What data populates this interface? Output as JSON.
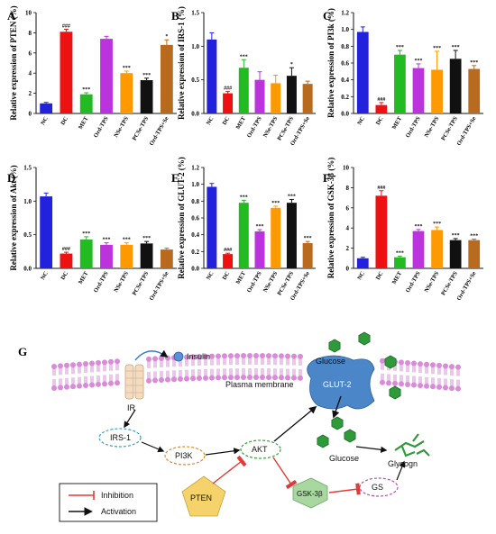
{
  "chart_data": [
    {
      "type": "bar",
      "panel": "A",
      "ylabel": "Relative expression of PTEN (%)",
      "ylim": [
        0,
        10
      ],
      "yticks": [
        0,
        2,
        4,
        6,
        8,
        10
      ],
      "categories": [
        "NC",
        "DC",
        "MET",
        "Ord-TPS",
        "NSe-TPS",
        "PCSe-TPS",
        "Ord-TPS+Se"
      ],
      "values": [
        1.0,
        8.1,
        1.9,
        7.4,
        4.0,
        3.3,
        6.8
      ],
      "errors": [
        0.1,
        0.25,
        0.15,
        0.25,
        0.2,
        0.2,
        0.5
      ],
      "significance": [
        "",
        "###",
        "***",
        "",
        "***",
        "***",
        "*"
      ]
    },
    {
      "type": "bar",
      "panel": "B",
      "ylabel": "Relative expression of IRS-1 (%)",
      "ylim": [
        0,
        1.5
      ],
      "yticks": [
        0.0,
        0.5,
        1.0,
        1.5
      ],
      "ytick_labels": [
        "0.0",
        "0.5",
        "1.0",
        "1.5"
      ],
      "categories": [
        "NC",
        "DC",
        "MET",
        "Ord-TPS",
        "NSe-TPS",
        "PCSe-TPS",
        "Ord-TPS+Se"
      ],
      "values": [
        1.1,
        0.3,
        0.68,
        0.5,
        0.45,
        0.56,
        0.44
      ],
      "errors": [
        0.1,
        0.03,
        0.12,
        0.12,
        0.12,
        0.12,
        0.04
      ],
      "significance": [
        "",
        "###",
        "***",
        "",
        "",
        "*",
        ""
      ]
    },
    {
      "type": "bar",
      "panel": "C",
      "ylabel": "Relative expression of PI3k (%)",
      "ylim": [
        0,
        1.2
      ],
      "yticks": [
        0.0,
        0.2,
        0.4,
        0.6,
        0.8,
        1.0,
        1.2
      ],
      "ytick_labels": [
        "0.0",
        "0.2",
        "0.4",
        "0.6",
        "0.8",
        "1.0",
        "1.2"
      ],
      "categories": [
        "NC",
        "DC",
        "MET",
        "Ord-TPS",
        "NSe-TPS",
        "PCSe-TPS",
        "Ord-TPS+Se"
      ],
      "values": [
        0.97,
        0.1,
        0.7,
        0.54,
        0.52,
        0.65,
        0.53
      ],
      "errors": [
        0.06,
        0.03,
        0.05,
        0.05,
        0.22,
        0.1,
        0.04
      ],
      "significance": [
        "",
        "###",
        "***",
        "***",
        "***",
        "***",
        "***"
      ]
    },
    {
      "type": "bar",
      "panel": "D",
      "ylabel": "Relative expression of Akt (%)",
      "ylim": [
        0,
        1.5
      ],
      "yticks": [
        0.0,
        0.5,
        1.0,
        1.5
      ],
      "ytick_labels": [
        "0.0",
        "0.5",
        "1.0",
        "1.5"
      ],
      "categories": [
        "NC",
        "DC",
        "MET",
        "Ord-TPS",
        "NSe-TPS",
        "PCSe-TPS",
        "Ord-TPS+Se"
      ],
      "values": [
        1.07,
        0.22,
        0.43,
        0.35,
        0.35,
        0.37,
        0.28
      ],
      "errors": [
        0.05,
        0.02,
        0.04,
        0.03,
        0.03,
        0.03,
        0.02
      ],
      "significance": [
        "",
        "###",
        "***",
        "***",
        "***",
        "***",
        ""
      ]
    },
    {
      "type": "bar",
      "panel": "E",
      "ylabel": "Relative expression of GLUT-2 (%)",
      "ylim": [
        0,
        1.2
      ],
      "yticks": [
        0.0,
        0.2,
        0.4,
        0.6,
        0.8,
        1.0,
        1.2
      ],
      "ytick_labels": [
        "0.0",
        "0.2",
        "0.4",
        "0.6",
        "0.8",
        "1.0",
        "1.2"
      ],
      "categories": [
        "NC",
        "DC",
        "MET",
        "Ord-TPS",
        "NSe-TPS",
        "PCSe-TPS",
        "Ord-TPS+Se"
      ],
      "values": [
        0.97,
        0.17,
        0.78,
        0.44,
        0.72,
        0.78,
        0.3
      ],
      "errors": [
        0.04,
        0.01,
        0.03,
        0.02,
        0.02,
        0.04,
        0.02
      ],
      "significance": [
        "",
        "###",
        "***",
        "***",
        "***",
        "***",
        "***"
      ]
    },
    {
      "type": "bar",
      "panel": "F",
      "ylabel": "Relative expression of GSK-3β (%)",
      "ylim": [
        0,
        10
      ],
      "yticks": [
        0,
        2,
        4,
        6,
        8,
        10
      ],
      "categories": [
        "NC",
        "DC",
        "MET",
        "Ord-TPS",
        "NSe-TPS",
        "PCSe-TPS",
        "Ord-TPS+Se"
      ],
      "values": [
        1.0,
        7.2,
        1.1,
        3.7,
        3.8,
        2.8,
        2.8
      ],
      "errors": [
        0.1,
        0.5,
        0.1,
        0.15,
        0.3,
        0.15,
        0.1
      ],
      "significance": [
        "",
        "###",
        "***",
        "***",
        "***",
        "***",
        "***"
      ]
    }
  ],
  "colors": {
    "bars": [
      "#2222dd",
      "#ee1111",
      "#22bb22",
      "#bb33dd",
      "#ff9900",
      "#111111",
      "#b86a1e"
    ],
    "membrane_head": "#d98ad9",
    "membrane_tail": "#c874c8",
    "inhibition": "#e53935",
    "glucose": "#2e9a3a",
    "glut2": "#4a86c8",
    "pten": "#f5d36a",
    "gsk": "#a8d8a0"
  },
  "diagram": {
    "panel": "G",
    "insulin": "Insulin",
    "plasma_membrane": "Plasma membrane",
    "ir": "IR",
    "glut2": "GLUT-2",
    "glucose_top": "Glucose",
    "glucose_bottom": "Glucose",
    "glycogn": "Glycogn",
    "irs1": "IRS-1",
    "pi3k": "PI3K",
    "akt": "AKT",
    "pten": "PTEN",
    "gsk3b": "GSK-3β",
    "gs": "GS",
    "legend_inhibition": "Inhibition",
    "legend_activation": "Activation"
  }
}
